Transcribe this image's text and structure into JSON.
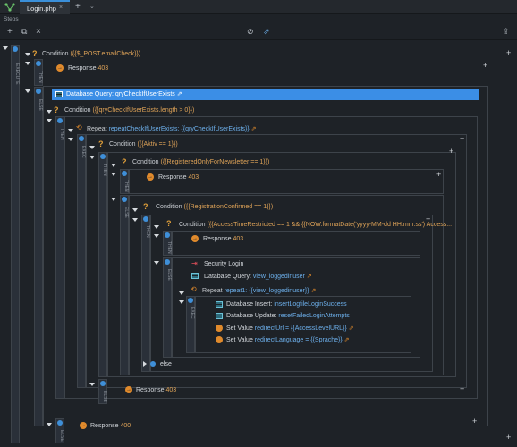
{
  "window": {
    "tab_title": "Login.php",
    "tab_close": "×",
    "tab_add": "+",
    "tab_more": "⌄"
  },
  "panel": {
    "title": "Steps"
  },
  "toolbar": {
    "add": "+",
    "copy": "⧉",
    "delete": "×",
    "disable": "⊘",
    "link": "⇗",
    "export": "⇪"
  },
  "tree": {
    "execute_label": "EXECUTE",
    "then": "THEN",
    "else": "ELSE",
    "exec": "EXEC",
    "n1": "Condition",
    "n1_expr": "({{$_POST.emailCheck}})",
    "n2": "Response",
    "n2_val": "403",
    "n3": "Database Query:",
    "n3_ref": "qryCheckIfUserExists",
    "n4": "Condition",
    "n4_expr": "({{qryCheckIfUserExists.length > 0}})",
    "n5": "Repeat",
    "n5_expr": "repeatCheckIfUserExists: {{qryCheckIfUserExists}}",
    "n6": "Condition",
    "n6_expr": "({{Aktiv == 1}})",
    "n7": "Condition",
    "n7_expr": "({{RegisteredOnlyForNewsletter == 1}})",
    "n8": "Response",
    "n8_val": "403",
    "n9": "Condition",
    "n9_expr": "({{RegistrationConfirmed == 1}})",
    "n10": "Condition",
    "n10_expr": "({{AccessTimeRestricted == 1 && {{NOW.formatDate('yyyy-MM-dd HH:mm:ss') Access...",
    "n11": "Response",
    "n11_val": "403",
    "n12": "Security Login",
    "n13": "Database Query:",
    "n13_ref": "view_loggedinuser",
    "n14": "Repeat",
    "n14_expr": "repeat1: {{view_loggedinuser}}",
    "n15": "Database Insert:",
    "n15_ref": "insertLogfileLoginSuccess",
    "n16": "Database Update:",
    "n16_ref": "resetFailedLoginAttempts",
    "n17": "Set Value",
    "n17_ref": "redirectUrl = {{AccessLevelURL}}",
    "n18": "Set Value",
    "n18_ref": "redirectLanguage = {{Sprache}}",
    "n19": "else",
    "n20": "Response",
    "n20_val": "403",
    "n21": "Response",
    "n21_val": "400"
  },
  "colors": {
    "background": "#1e2227",
    "accent": "#3b8ee6",
    "orange": "#e08a2c",
    "link_blue": "#6db0ec"
  }
}
